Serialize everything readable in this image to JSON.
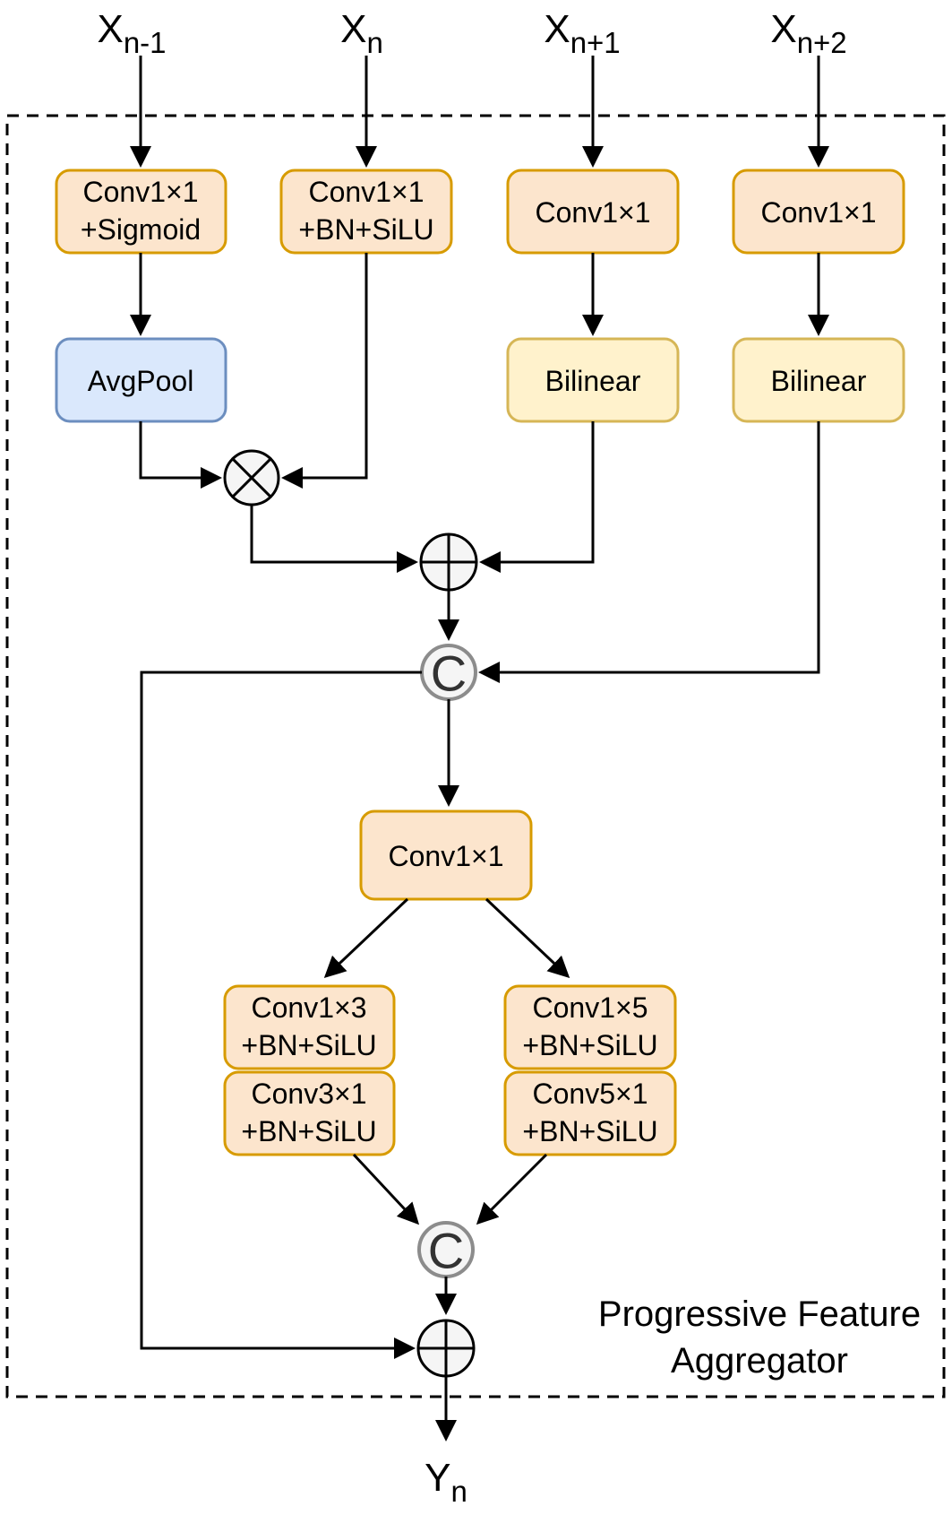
{
  "diagram": {
    "region_label": {
      "line1": "Progressive Feature",
      "line2": "Aggregator"
    },
    "inputs": [
      {
        "base": "X",
        "sub": "n-1"
      },
      {
        "base": "X",
        "sub": "n"
      },
      {
        "base": "X",
        "sub": "n+1"
      },
      {
        "base": "X",
        "sub": "n+2"
      }
    ],
    "output": {
      "base": "Y",
      "sub": "n"
    },
    "blocks": {
      "conv_sigmoid": {
        "line1": "Conv1×1",
        "line2": "+Sigmoid"
      },
      "conv_bn_silu": {
        "line1": "Conv1×1",
        "line2": "+BN+SiLU"
      },
      "conv_n1": {
        "label": "Conv1×1"
      },
      "conv_n2": {
        "label": "Conv1×1"
      },
      "avgpool": {
        "label": "AvgPool"
      },
      "bilinear_1": {
        "label": "Bilinear"
      },
      "bilinear_2": {
        "label": "Bilinear"
      },
      "conv_mid": {
        "label": "Conv1×1"
      },
      "conv_1x3": {
        "line1": "Conv1×3",
        "line2": "+BN+SiLU"
      },
      "conv_3x1": {
        "line1": "Conv3×1",
        "line2": "+BN+SiLU"
      },
      "conv_1x5": {
        "line1": "Conv1×5",
        "line2": "+BN+SiLU"
      },
      "conv_5x1": {
        "line1": "Conv5×1",
        "line2": "+BN+SiLU"
      }
    },
    "operators": {
      "concat_1": "C",
      "concat_2": "C"
    },
    "colors": {
      "conv_fill": "#fce5cd",
      "conv_border": "#d79b00",
      "pool_fill": "#dae8fc",
      "pool_border": "#6c8ebf",
      "bilinear_fill": "#fff2cc",
      "bilinear_border": "#d6b656",
      "operator_fill": "#f5f5f5",
      "concat_border": "#8c8c8c",
      "line": "#000000"
    }
  }
}
